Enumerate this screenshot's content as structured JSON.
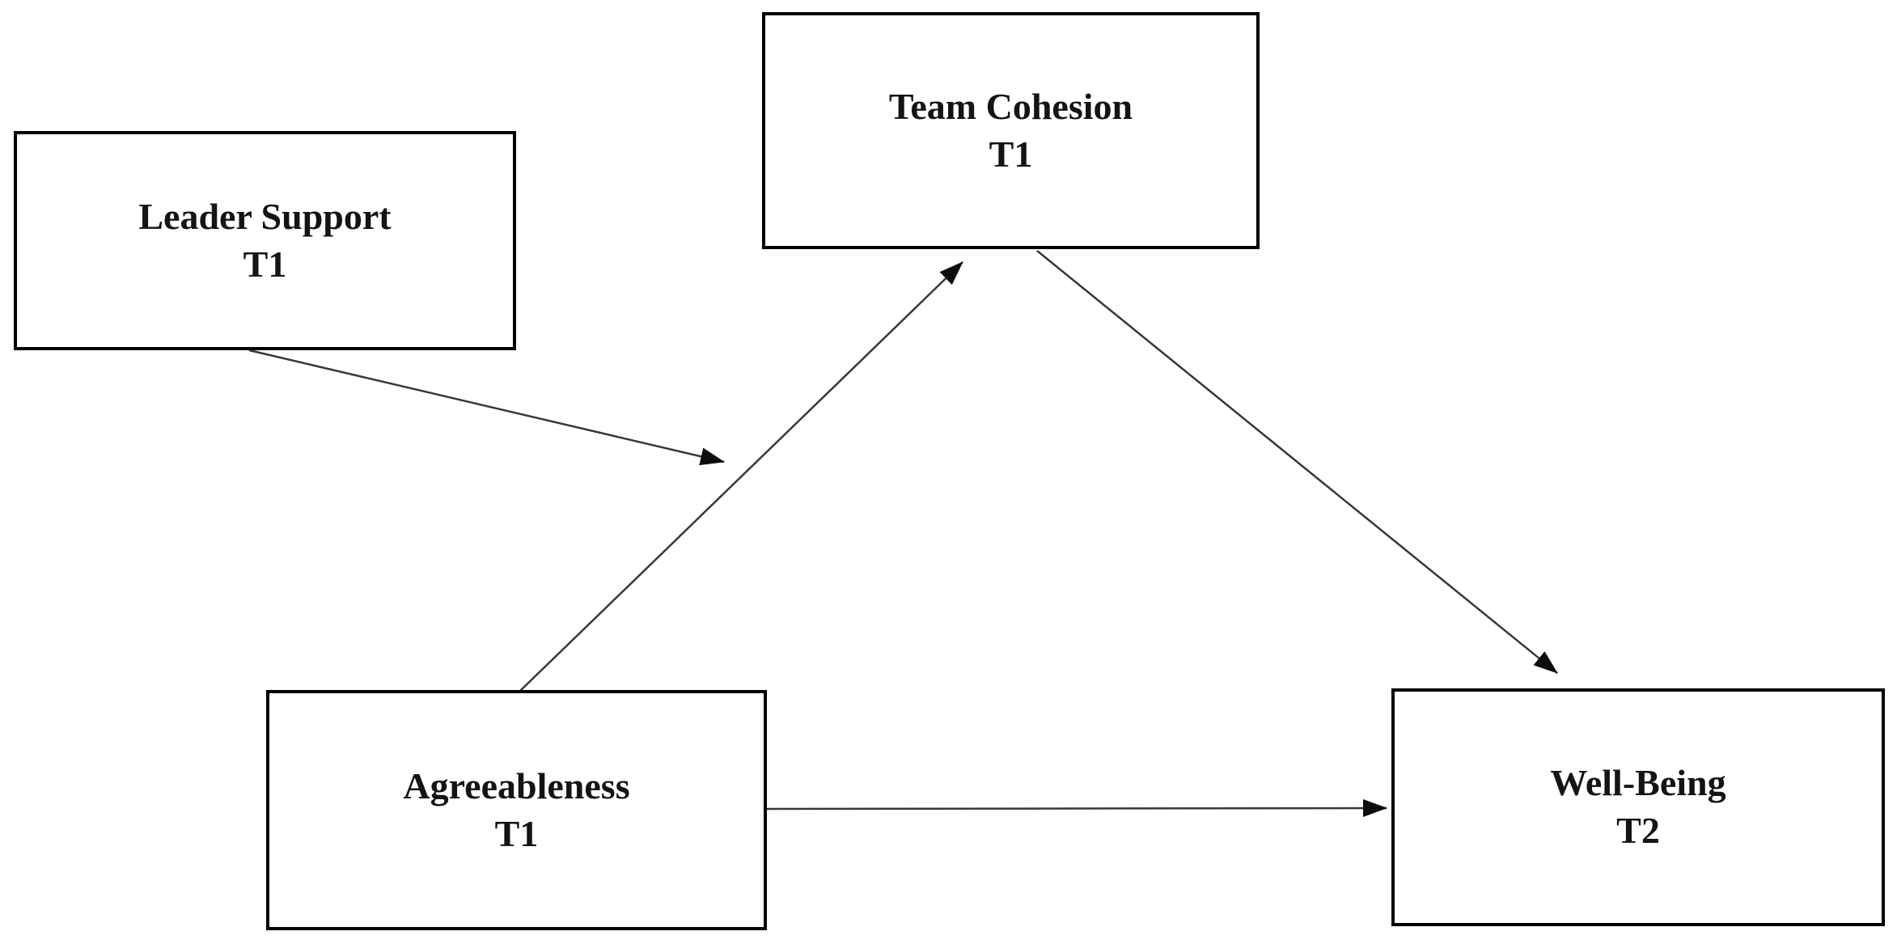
{
  "colors": {
    "background": "#ffffff",
    "box_border": "#000000",
    "arrow_line": "#383838",
    "arrow_head": "#0d0d0d",
    "text": "#141414"
  },
  "diagram": {
    "type": "path-model",
    "nodes": [
      {
        "id": "leader-support",
        "line1": "Leader Support",
        "line2": "T1"
      },
      {
        "id": "team-cohesion",
        "line1": "Team Cohesion",
        "line2": "T1"
      },
      {
        "id": "agreeableness",
        "line1": "Agreeableness",
        "line2": "T1"
      },
      {
        "id": "well-being",
        "line1": "Well-Being",
        "line2": "T2"
      }
    ],
    "edges": [
      {
        "from": "leader-support",
        "to": "agreeableness-to-team-cohesion-path",
        "style": "arrow",
        "role": "moderation"
      },
      {
        "from": "agreeableness",
        "to": "team-cohesion",
        "style": "arrow",
        "role": "path"
      },
      {
        "from": "team-cohesion",
        "to": "well-being",
        "style": "arrow",
        "role": "path"
      },
      {
        "from": "agreeableness",
        "to": "well-being",
        "style": "arrow",
        "role": "direct-path"
      }
    ]
  }
}
